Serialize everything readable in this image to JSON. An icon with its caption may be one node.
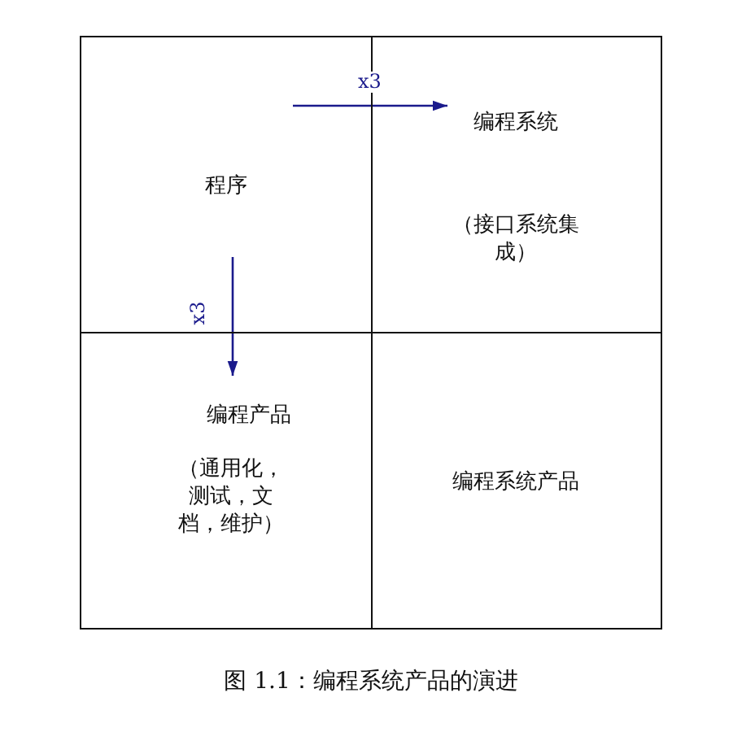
{
  "diagram": {
    "caption": "图 1.1：编程系统产品的演进",
    "nodes": [
      {
        "text": [
          "程序"
        ]
      },
      {
        "text": [
          "编程系统",
          "（接口系统集成）"
        ]
      },
      {
        "text": [
          "编程产品",
          "（通用化，测试，文档，维护）"
        ]
      },
      {
        "text": [
          "编程系统产品"
        ]
      }
    ],
    "edges": [
      {
        "from": 0,
        "to": 1,
        "arrow": "to",
        "label": "x3"
      },
      {
        "from": 0,
        "to": 2,
        "arrow": "to",
        "label": "x3"
      }
    ]
  }
}
